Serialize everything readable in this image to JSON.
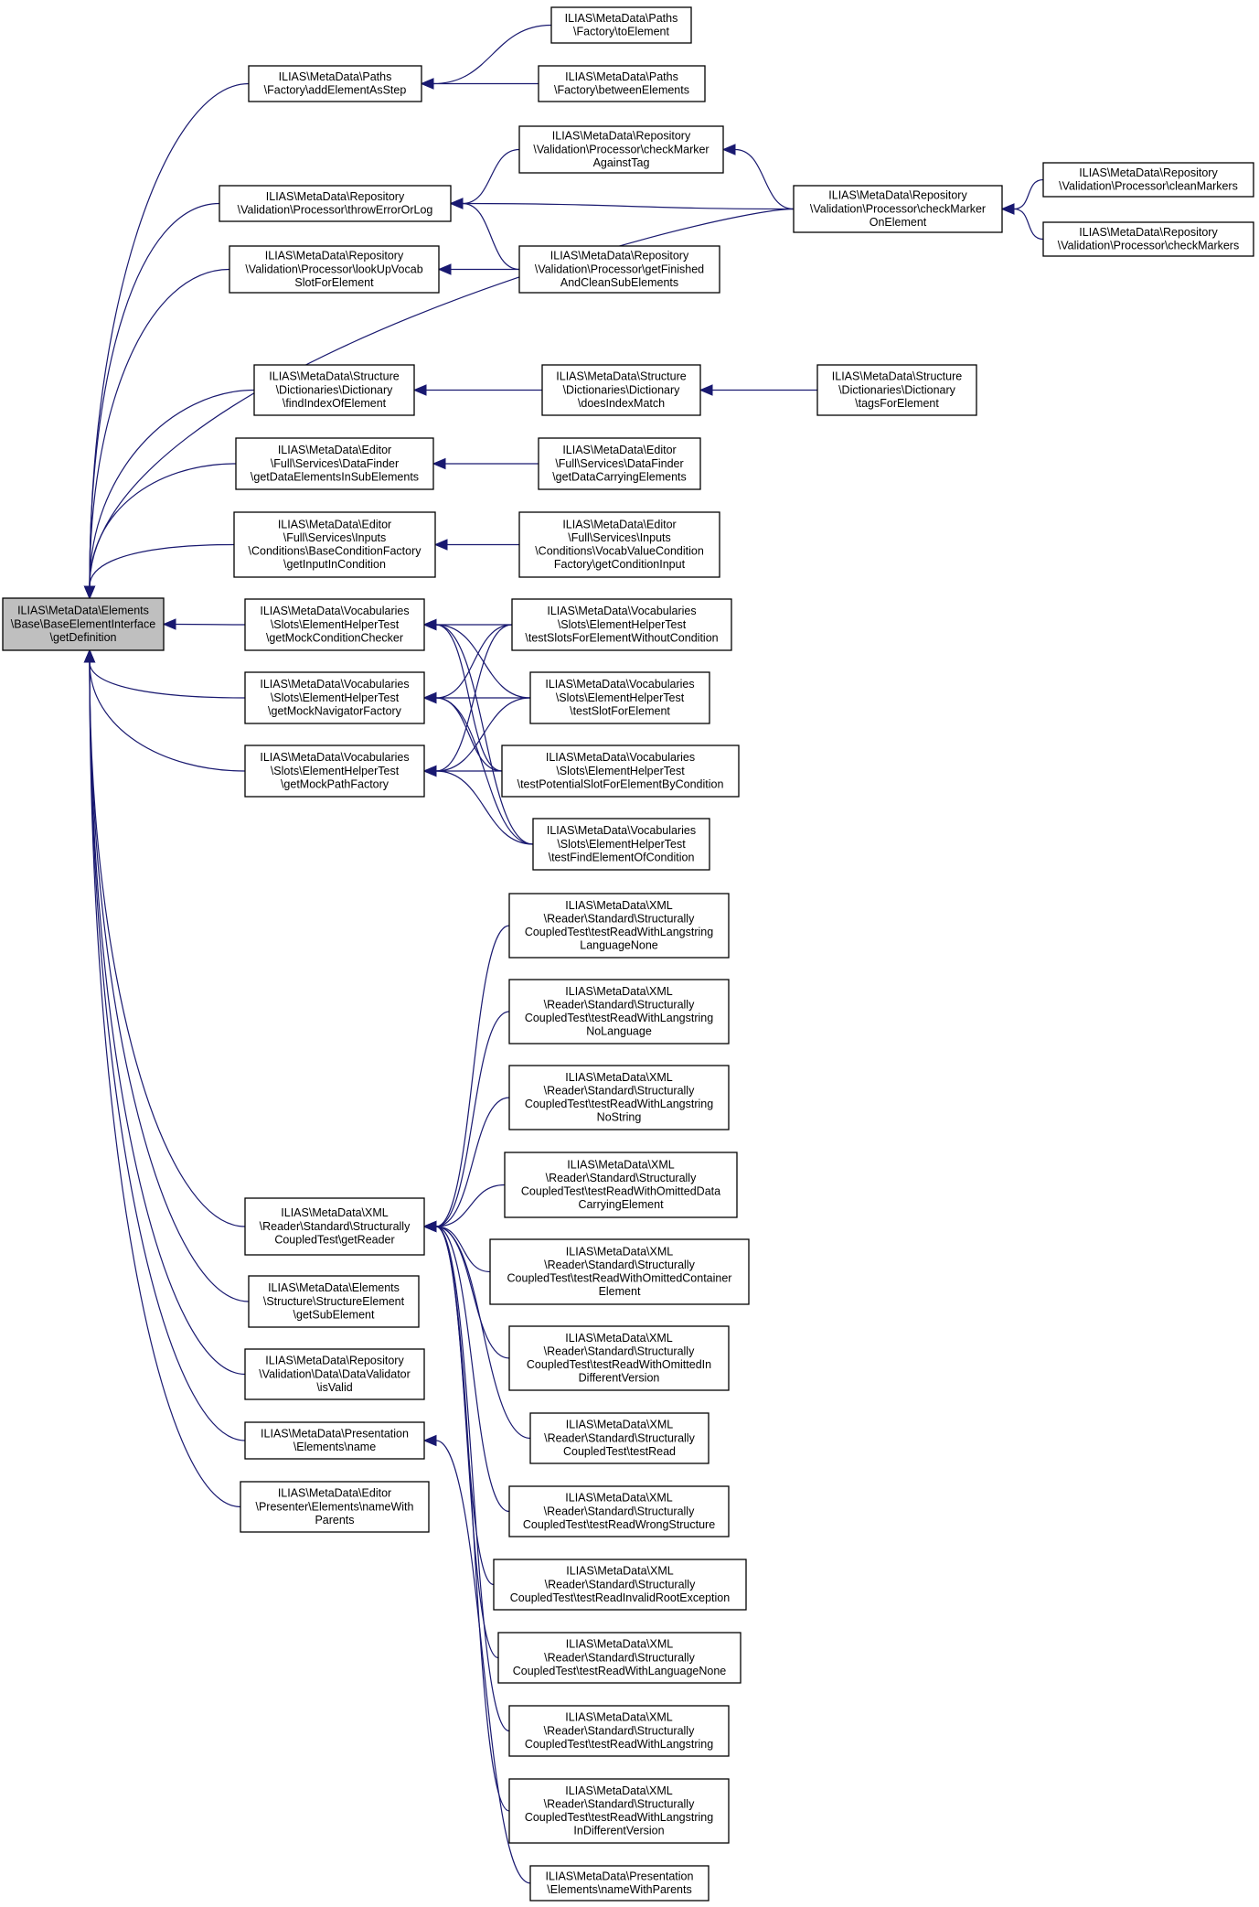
{
  "graph": {
    "colors": {
      "edge": "#191970",
      "root_fill": "#bfbfbf",
      "node_fill": "#ffffff",
      "border": "#000000"
    },
    "nodes": [
      {
        "id": "root",
        "kind": "root",
        "lines": [
          "ILIAS\\MetaData\\Elements",
          "\\Base\\BaseElementInterface",
          "\\getDefinition"
        ]
      },
      {
        "id": "addElementAsStep",
        "lines": [
          "ILIAS\\MetaData\\Paths",
          "\\Factory\\addElementAsStep"
        ]
      },
      {
        "id": "toElement",
        "lines": [
          "ILIAS\\MetaData\\Paths",
          "\\Factory\\toElement"
        ]
      },
      {
        "id": "betweenElements",
        "lines": [
          "ILIAS\\MetaData\\Paths",
          "\\Factory\\betweenElements"
        ]
      },
      {
        "id": "throwErrorOrLog",
        "lines": [
          "ILIAS\\MetaData\\Repository",
          "\\Validation\\Processor\\throwErrorOrLog"
        ]
      },
      {
        "id": "checkMarkerAgainstTag",
        "lines": [
          "ILIAS\\MetaData\\Repository",
          "\\Validation\\Processor\\checkMarker",
          "AgainstTag"
        ]
      },
      {
        "id": "checkMarkerOnElement",
        "lines": [
          "ILIAS\\MetaData\\Repository",
          "\\Validation\\Processor\\checkMarker",
          "OnElement"
        ]
      },
      {
        "id": "cleanMarkers",
        "lines": [
          "ILIAS\\MetaData\\Repository",
          "\\Validation\\Processor\\cleanMarkers"
        ]
      },
      {
        "id": "checkMarkers",
        "lines": [
          "ILIAS\\MetaData\\Repository",
          "\\Validation\\Processor\\checkMarkers"
        ]
      },
      {
        "id": "lookUpVocab",
        "lines": [
          "ILIAS\\MetaData\\Repository",
          "\\Validation\\Processor\\lookUpVocab",
          "SlotForElement"
        ]
      },
      {
        "id": "getFinished",
        "lines": [
          "ILIAS\\MetaData\\Repository",
          "\\Validation\\Processor\\getFinished",
          "AndCleanSubElements"
        ]
      },
      {
        "id": "findIndexOfElement",
        "lines": [
          "ILIAS\\MetaData\\Structure",
          "\\Dictionaries\\Dictionary",
          "\\findIndexOfElement"
        ]
      },
      {
        "id": "doesIndexMatch",
        "lines": [
          "ILIAS\\MetaData\\Structure",
          "\\Dictionaries\\Dictionary",
          "\\doesIndexMatch"
        ]
      },
      {
        "id": "tagsForElement",
        "lines": [
          "ILIAS\\MetaData\\Structure",
          "\\Dictionaries\\Dictionary",
          "\\tagsForElement"
        ]
      },
      {
        "id": "getDataElementsInSub",
        "lines": [
          "ILIAS\\MetaData\\Editor",
          "\\Full\\Services\\DataFinder",
          "\\getDataElementsInSubElements"
        ]
      },
      {
        "id": "getDataCarrying",
        "lines": [
          "ILIAS\\MetaData\\Editor",
          "\\Full\\Services\\DataFinder",
          "\\getDataCarryingElements"
        ]
      },
      {
        "id": "getInputInCondition",
        "lines": [
          "ILIAS\\MetaData\\Editor",
          "\\Full\\Services\\Inputs",
          "\\Conditions\\BaseConditionFactory",
          "\\getInputInCondition"
        ]
      },
      {
        "id": "getConditionInput",
        "lines": [
          "ILIAS\\MetaData\\Editor",
          "\\Full\\Services\\Inputs",
          "\\Conditions\\VocabValueCondition",
          "Factory\\getConditionInput"
        ]
      },
      {
        "id": "getMockCondChecker",
        "lines": [
          "ILIAS\\MetaData\\Vocabularies",
          "\\Slots\\ElementHelperTest",
          "\\getMockConditionChecker"
        ]
      },
      {
        "id": "getMockNavFactory",
        "lines": [
          "ILIAS\\MetaData\\Vocabularies",
          "\\Slots\\ElementHelperTest",
          "\\getMockNavigatorFactory"
        ]
      },
      {
        "id": "getMockPathFactory",
        "lines": [
          "ILIAS\\MetaData\\Vocabularies",
          "\\Slots\\ElementHelperTest",
          "\\getMockPathFactory"
        ]
      },
      {
        "id": "testSlotsWithoutCond",
        "lines": [
          "ILIAS\\MetaData\\Vocabularies",
          "\\Slots\\ElementHelperTest",
          "\\testSlotsForElementWithoutCondition"
        ]
      },
      {
        "id": "testSlotForElement",
        "lines": [
          "ILIAS\\MetaData\\Vocabularies",
          "\\Slots\\ElementHelperTest",
          "\\testSlotForElement"
        ]
      },
      {
        "id": "testPotentialSlot",
        "lines": [
          "ILIAS\\MetaData\\Vocabularies",
          "\\Slots\\ElementHelperTest",
          "\\testPotentialSlotForElementByCondition"
        ]
      },
      {
        "id": "testFindElement",
        "lines": [
          "ILIAS\\MetaData\\Vocabularies",
          "\\Slots\\ElementHelperTest",
          "\\testFindElementOfCondition"
        ]
      },
      {
        "id": "getReader",
        "lines": [
          "ILIAS\\MetaData\\XML",
          "\\Reader\\Standard\\Structurally",
          "CoupledTest\\getReader"
        ]
      },
      {
        "id": "readLangNone",
        "lines": [
          "ILIAS\\MetaData\\XML",
          "\\Reader\\Standard\\Structurally",
          "CoupledTest\\testReadWithLangstring",
          "LanguageNone"
        ]
      },
      {
        "id": "readNoLang",
        "lines": [
          "ILIAS\\MetaData\\XML",
          "\\Reader\\Standard\\Structurally",
          "CoupledTest\\testReadWithLangstring",
          "NoLanguage"
        ]
      },
      {
        "id": "readNoString",
        "lines": [
          "ILIAS\\MetaData\\XML",
          "\\Reader\\Standard\\Structurally",
          "CoupledTest\\testReadWithLangstring",
          "NoString"
        ]
      },
      {
        "id": "readOmittedData",
        "lines": [
          "ILIAS\\MetaData\\XML",
          "\\Reader\\Standard\\Structurally",
          "CoupledTest\\testReadWithOmittedData",
          "CarryingElement"
        ]
      },
      {
        "id": "readOmittedContainer",
        "lines": [
          "ILIAS\\MetaData\\XML",
          "\\Reader\\Standard\\Structurally",
          "CoupledTest\\testReadWithOmittedContainer",
          "Element"
        ]
      },
      {
        "id": "readOmittedIn",
        "lines": [
          "ILIAS\\MetaData\\XML",
          "\\Reader\\Standard\\Structurally",
          "CoupledTest\\testReadWithOmittedIn",
          "DifferentVersion"
        ]
      },
      {
        "id": "testRead",
        "lines": [
          "ILIAS\\MetaData\\XML",
          "\\Reader\\Standard\\Structurally",
          "CoupledTest\\testRead"
        ]
      },
      {
        "id": "readWrongStructure",
        "lines": [
          "ILIAS\\MetaData\\XML",
          "\\Reader\\Standard\\Structurally",
          "CoupledTest\\testReadWrongStructure"
        ]
      },
      {
        "id": "readInvalidRoot",
        "lines": [
          "ILIAS\\MetaData\\XML",
          "\\Reader\\Standard\\Structurally",
          "CoupledTest\\testReadInvalidRootException"
        ]
      },
      {
        "id": "readWithLangNone",
        "lines": [
          "ILIAS\\MetaData\\XML",
          "\\Reader\\Standard\\Structurally",
          "CoupledTest\\testReadWithLanguageNone"
        ]
      },
      {
        "id": "readWithLangstring",
        "lines": [
          "ILIAS\\MetaData\\XML",
          "\\Reader\\Standard\\Structurally",
          "CoupledTest\\testReadWithLangstring"
        ]
      },
      {
        "id": "readLangDiffVersion",
        "lines": [
          "ILIAS\\MetaData\\XML",
          "\\Reader\\Standard\\Structurally",
          "CoupledTest\\testReadWithLangstring",
          "InDifferentVersion"
        ]
      },
      {
        "id": "getSubElement",
        "lines": [
          "ILIAS\\MetaData\\Elements",
          "\\Structure\\StructureElement",
          "\\getSubElement"
        ]
      },
      {
        "id": "isValid",
        "lines": [
          "ILIAS\\MetaData\\Repository",
          "\\Validation\\Data\\DataValidator",
          "\\isValid"
        ]
      },
      {
        "id": "presName",
        "lines": [
          "ILIAS\\MetaData\\Presentation",
          "\\Elements\\name"
        ]
      },
      {
        "id": "nameWithParentsEditor",
        "lines": [
          "ILIAS\\MetaData\\Editor",
          "\\Presenter\\Elements\\nameWith",
          "Parents"
        ]
      },
      {
        "id": "nameWithParentsPres",
        "lines": [
          "ILIAS\\MetaData\\Presentation",
          "\\Elements\\nameWithParents"
        ]
      }
    ],
    "edges": [
      [
        "addElementAsStep",
        "root"
      ],
      [
        "throwErrorOrLog",
        "root"
      ],
      [
        "lookUpVocab",
        "root"
      ],
      [
        "checkMarkerOnElement",
        "root"
      ],
      [
        "findIndexOfElement",
        "root"
      ],
      [
        "getDataElementsInSub",
        "root"
      ],
      [
        "getInputInCondition",
        "root"
      ],
      [
        "getMockCondChecker",
        "root"
      ],
      [
        "getMockNavFactory",
        "root"
      ],
      [
        "getMockPathFactory",
        "root"
      ],
      [
        "getReader",
        "root"
      ],
      [
        "getSubElement",
        "root"
      ],
      [
        "isValid",
        "root"
      ],
      [
        "presName",
        "root"
      ],
      [
        "nameWithParentsEditor",
        "root"
      ],
      [
        "toElement",
        "addElementAsStep"
      ],
      [
        "betweenElements",
        "addElementAsStep"
      ],
      [
        "checkMarkerAgainstTag",
        "throwErrorOrLog"
      ],
      [
        "checkMarkerOnElement",
        "throwErrorOrLog"
      ],
      [
        "getFinished",
        "throwErrorOrLog"
      ],
      [
        "checkMarkerOnElement",
        "checkMarkerAgainstTag"
      ],
      [
        "cleanMarkers",
        "checkMarkerOnElement"
      ],
      [
        "checkMarkers",
        "checkMarkerOnElement"
      ],
      [
        "getFinished",
        "lookUpVocab"
      ],
      [
        "doesIndexMatch",
        "findIndexOfElement"
      ],
      [
        "tagsForElement",
        "doesIndexMatch"
      ],
      [
        "getDataCarrying",
        "getDataElementsInSub"
      ],
      [
        "getConditionInput",
        "getInputInCondition"
      ],
      [
        "testSlotsWithoutCond",
        "getMockCondChecker"
      ],
      [
        "testSlotForElement",
        "getMockCondChecker"
      ],
      [
        "testPotentialSlot",
        "getMockCondChecker"
      ],
      [
        "testFindElement",
        "getMockCondChecker"
      ],
      [
        "testSlotsWithoutCond",
        "getMockNavFactory"
      ],
      [
        "testSlotForElement",
        "getMockNavFactory"
      ],
      [
        "testPotentialSlot",
        "getMockNavFactory"
      ],
      [
        "testFindElement",
        "getMockNavFactory"
      ],
      [
        "testSlotsWithoutCond",
        "getMockPathFactory"
      ],
      [
        "testSlotForElement",
        "getMockPathFactory"
      ],
      [
        "testPotentialSlot",
        "getMockPathFactory"
      ],
      [
        "testFindElement",
        "getMockPathFactory"
      ],
      [
        "readLangNone",
        "getReader"
      ],
      [
        "readNoLang",
        "getReader"
      ],
      [
        "readNoString",
        "getReader"
      ],
      [
        "readOmittedData",
        "getReader"
      ],
      [
        "readOmittedContainer",
        "getReader"
      ],
      [
        "readOmittedIn",
        "getReader"
      ],
      [
        "testRead",
        "getReader"
      ],
      [
        "readWrongStructure",
        "getReader"
      ],
      [
        "readInvalidRoot",
        "getReader"
      ],
      [
        "readWithLangNone",
        "getReader"
      ],
      [
        "readWithLangstring",
        "getReader"
      ],
      [
        "readLangDiffVersion",
        "getReader"
      ],
      [
        "nameWithParentsPres",
        "presName"
      ]
    ]
  }
}
